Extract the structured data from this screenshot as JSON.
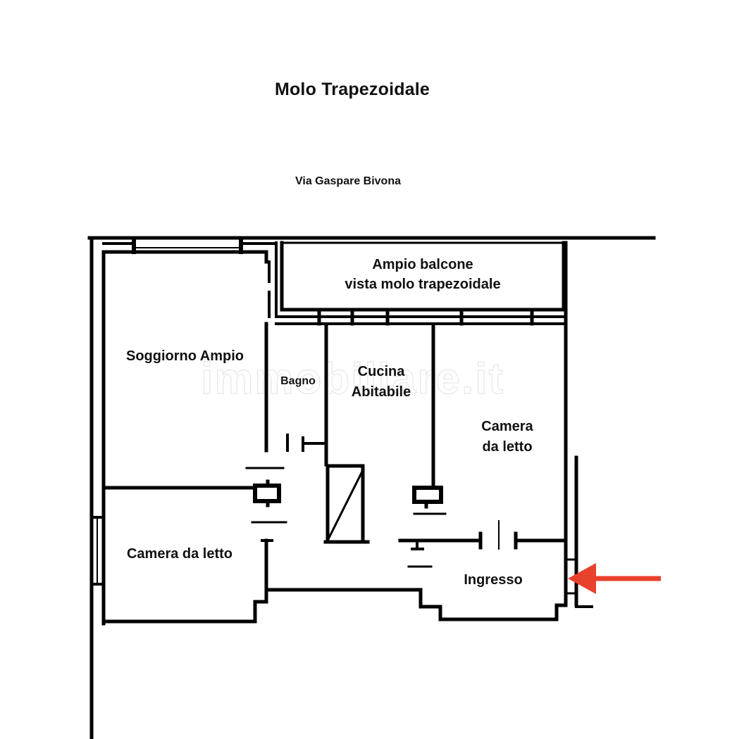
{
  "header": {
    "title": "Molo Trapezoidale",
    "street": "Via Gaspare Bivona"
  },
  "rooms": [
    {
      "id": "balcone",
      "line1": "Ampio balcone",
      "line2": "vista molo trapezoidale"
    },
    {
      "id": "soggiorno",
      "line1": "Soggiorno Ampio"
    },
    {
      "id": "bagno",
      "line1": "Bagno"
    },
    {
      "id": "cucina",
      "line1": "Cucina",
      "line2": "Abitabile"
    },
    {
      "id": "camera-right",
      "line1": "Camera",
      "line2": "da letto"
    },
    {
      "id": "camera-left",
      "line1": "Camera da letto"
    },
    {
      "id": "ingresso",
      "line1": "Ingresso"
    }
  ],
  "watermark": "immobiliare.it",
  "colors": {
    "wall": "#000000",
    "entrance_arrow": "#e8412c",
    "background": "#ffffff"
  },
  "entrance_arrow": {
    "direction": "left",
    "points_to": "Ingresso"
  }
}
